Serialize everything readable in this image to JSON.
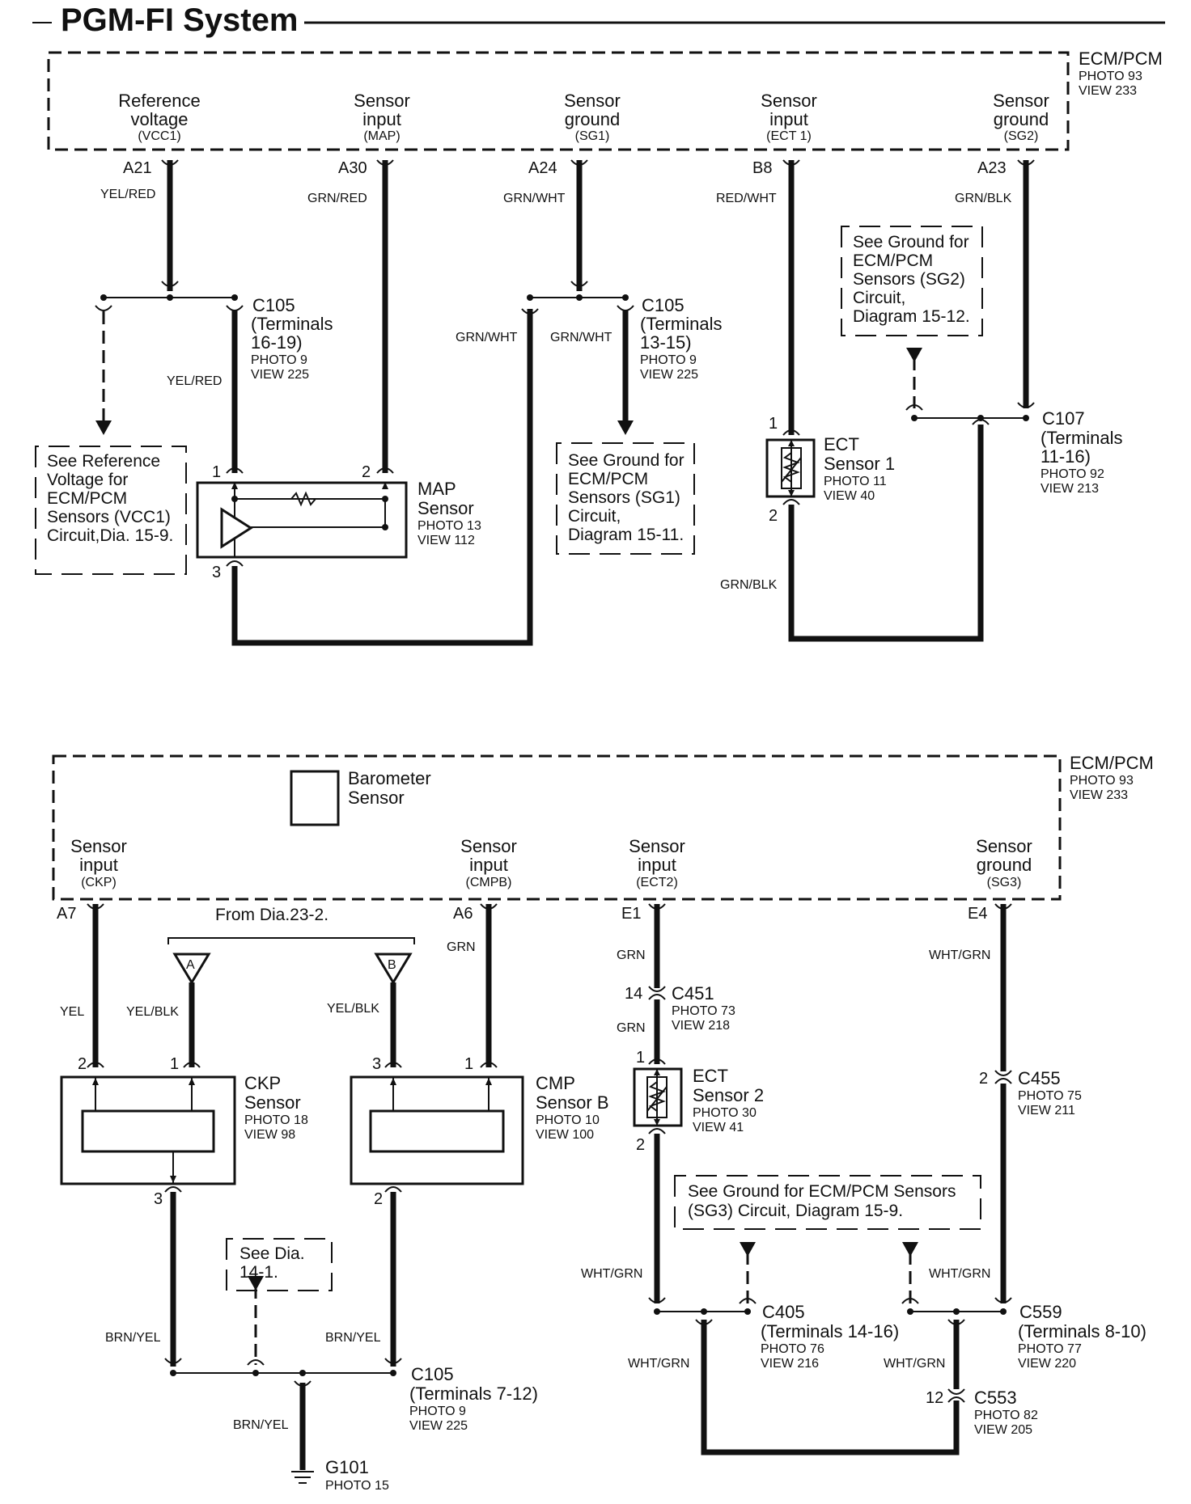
{
  "title": "PGM-FI System",
  "top": {
    "module": {
      "name": "ECM/PCM",
      "photo": "PHOTO 93",
      "view": "VIEW 233"
    },
    "terminals": [
      {
        "l1": "Reference",
        "l2": "voltage",
        "code": "(VCC1)",
        "pin": "A21",
        "wire": "YEL/RED"
      },
      {
        "l1": "Sensor",
        "l2": "input",
        "code": "(MAP)",
        "pin": "A30",
        "wire": "GRN/RED"
      },
      {
        "l1": "Sensor",
        "l2": "ground",
        "code": "(SG1)",
        "pin": "A24",
        "wire": "GRN/WHT"
      },
      {
        "l1": "Sensor",
        "l2": "input",
        "code": "(ECT 1)",
        "pin": "B8",
        "wire": "RED/WHT"
      },
      {
        "l1": "Sensor",
        "l2": "ground",
        "code": "(SG2)",
        "pin": "A23",
        "wire": "GRN/BLK"
      }
    ],
    "c105a": {
      "name": "C105",
      "l2": "(Terminals",
      "l3": "16-19)",
      "photo": "PHOTO 9",
      "view": "VIEW 225",
      "wire": "YEL/RED"
    },
    "c105b": {
      "name": "C105",
      "l2": "(Terminals",
      "l3": "13-15)",
      "photo": "PHOTO 9",
      "view": "VIEW 225",
      "wire_left": "GRN/WHT",
      "wire_right": "GRN/WHT"
    },
    "map_sensor": {
      "l1": "MAP",
      "l2": "Sensor",
      "photo": "PHOTO 13",
      "view": "VIEW 112",
      "pin1": "1",
      "pin2": "2",
      "pin3": "3"
    },
    "note_vcc1": [
      "See Reference",
      "Voltage for",
      "ECM/PCM",
      "Sensors (VCC1)",
      "Circuit,Dia. 15-9."
    ],
    "note_sg1": [
      "See Ground for",
      "ECM/PCM",
      "Sensors (SG1)",
      "Circuit,",
      "Diagram 15-11."
    ],
    "note_sg2": [
      "See Ground for",
      "ECM/PCM",
      "Sensors (SG2)",
      "Circuit,",
      "Diagram 15-12."
    ],
    "ect1": {
      "l1": "ECT",
      "l2": "Sensor 1",
      "photo": "PHOTO 11",
      "view": "VIEW 40",
      "pin1": "1",
      "pin2": "2",
      "wire_bottom": "GRN/BLK"
    },
    "c107": {
      "name": "C107",
      "l2": "(Terminals",
      "l3": "11-16)",
      "photo": "PHOTO 92",
      "view": "VIEW 213"
    }
  },
  "bottom": {
    "module": {
      "name": "ECM/PCM",
      "photo": "PHOTO 93",
      "view": "VIEW 233"
    },
    "barometer": {
      "l1": "Barometer",
      "l2": "Sensor"
    },
    "terminals": [
      {
        "l1": "Sensor",
        "l2": "input",
        "code": "(CKP)",
        "pin": "A7",
        "wire": "YEL"
      },
      {
        "l1": "Sensor",
        "l2": "input",
        "code": "(CMPB)",
        "pin": "A6",
        "wire": "GRN"
      },
      {
        "l1": "Sensor",
        "l2": "input",
        "code": "(ECT2)",
        "pin": "E1",
        "wire": "GRN"
      },
      {
        "l1": "Sensor",
        "l2": "ground",
        "code": "(SG3)",
        "pin": "E4",
        "wire": "WHT/GRN"
      }
    ],
    "from_dia": "From Dia.23-2.",
    "conn_a": "A",
    "conn_b": "B",
    "wire_a": "YEL/BLK",
    "wire_b": "YEL/BLK",
    "ckp": {
      "l1": "CKP",
      "l2": "Sensor",
      "photo": "PHOTO 18",
      "view": "VIEW 98",
      "pin1": "1",
      "pin2": "2",
      "pin3": "3"
    },
    "cmp": {
      "l1": "CMP",
      "l2": "Sensor B",
      "photo": "PHOTO 10",
      "view": "VIEW 100",
      "pin1": "1",
      "pin2": "2",
      "pin3": "3"
    },
    "c451": {
      "name": "C451",
      "photo": "PHOTO 73",
      "view": "VIEW 218",
      "pin": "14",
      "wire_below": "GRN"
    },
    "ect2": {
      "l1": "ECT",
      "l2": "Sensor 2",
      "photo": "PHOTO 30",
      "view": "VIEW 41",
      "pin1": "1",
      "pin2": "2"
    },
    "c455": {
      "name": "C455",
      "photo": "PHOTO 75",
      "view": "VIEW 211",
      "pin": "2"
    },
    "note_sg3": [
      "See Ground for ECM/PCM Sensors",
      "(SG3) Circuit, Diagram 15-9."
    ],
    "note_dia14": [
      "See Dia.",
      "14-1."
    ],
    "c405": {
      "name": "C405",
      "l2": "(Terminals 14-16)",
      "photo": "PHOTO 76",
      "view": "VIEW 216"
    },
    "c559": {
      "name": "C559",
      "l2": "(Terminals 8-10)",
      "photo": "PHOTO 77",
      "view": "VIEW 220"
    },
    "c553": {
      "name": "C553",
      "photo": "PHOTO 82",
      "view": "VIEW 205",
      "pin": "12"
    },
    "c105": {
      "name": "C105",
      "l2": "(Terminals 7-12)",
      "photo": "PHOTO 9",
      "view": "VIEW 225"
    },
    "g101": {
      "name": "G101",
      "photo": "PHOTO 15"
    },
    "wires": {
      "ckp_gnd": "BRN/YEL",
      "cmp_gnd": "BRN/YEL",
      "g101": "BRN/YEL",
      "ect2_gnd": "WHT/GRN",
      "c405_left": "WHT/GRN",
      "c405_right": "WHT/GRN",
      "e4_low": "WHT/GRN",
      "c559_left": "WHT/GRN"
    }
  }
}
